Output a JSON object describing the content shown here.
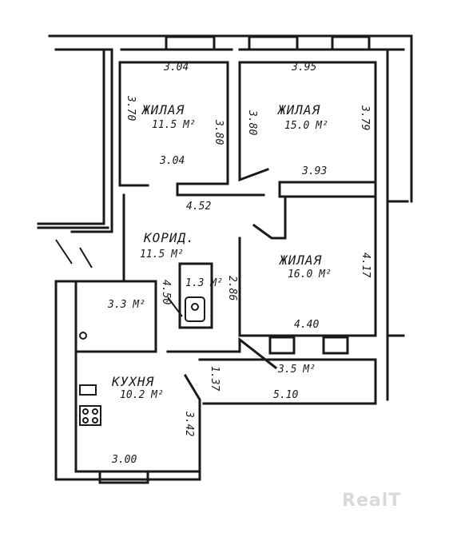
{
  "rooms": {
    "living1": {
      "name": "ЖИЛАЯ",
      "area": "11.5 M²"
    },
    "living2": {
      "name": "ЖИЛАЯ",
      "area": "15.0 M²"
    },
    "living3": {
      "name": "ЖИЛАЯ",
      "area": "16.0 M²"
    },
    "corridor": {
      "name": "КОРИД.",
      "area": "11.5 M²"
    },
    "bath": {
      "area": "1.3 M²"
    },
    "wc": {
      "area": "3.3 M²"
    },
    "kitchen": {
      "name": "КУХНЯ",
      "area": "10.2 M²"
    },
    "balcony": {
      "area": "3.5 M²"
    }
  },
  "dimensions": {
    "r1_top": "3.04",
    "r1_left": "3.70",
    "r1_right": "3.80",
    "r1_bottom": "3.04",
    "r2_top": "3.95",
    "r2_left": "3.80",
    "r2_right": "3.79",
    "r2_bottom": "3.93",
    "hall": "4.52",
    "r3_right": "4.17",
    "r3_bottom": "4.40",
    "corr_left": "4.50",
    "corr_right": "2.86",
    "kitchen_right": "3.42",
    "kitchen_bottom": "3.00",
    "balcony_left": "1.37",
    "balcony_bottom": "5.10"
  },
  "watermark": "RealT"
}
